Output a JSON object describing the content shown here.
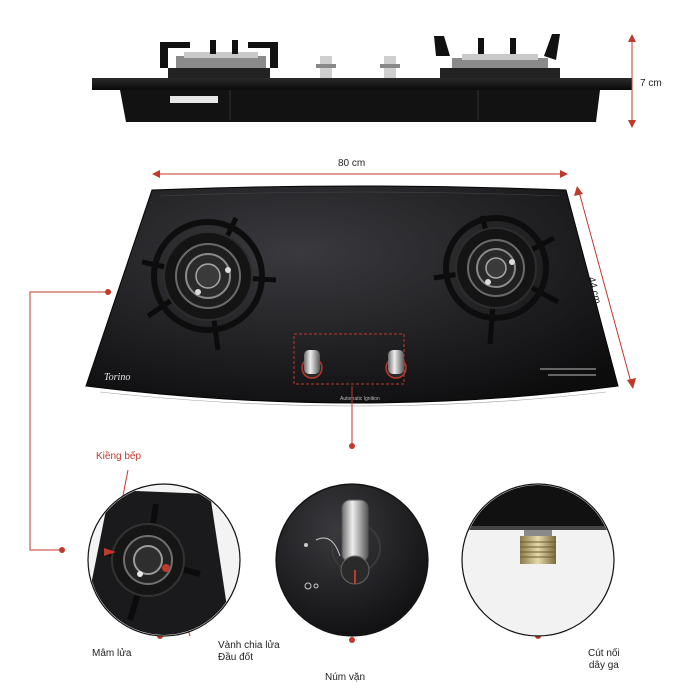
{
  "dimensions": {
    "height": "7 cm",
    "width": "80 cm",
    "depth": "44 cm"
  },
  "product": {
    "brand": "Torino",
    "panel_text": "Automatic Ignition"
  },
  "callouts": {
    "pan_support": "Kiềng bếp",
    "burner_tray": "Mâm lửa",
    "flame_spreader_line1": "Vành chia lửa",
    "flame_spreader_line2": "Đầu đốt",
    "knob": "Núm vặn",
    "gas_connector_line1": "Cút nối",
    "gas_connector_line2": "dây ga"
  },
  "colors": {
    "accent": "#c0392b",
    "glass": "#1b1b1d",
    "steel": "#9a9a9a"
  }
}
